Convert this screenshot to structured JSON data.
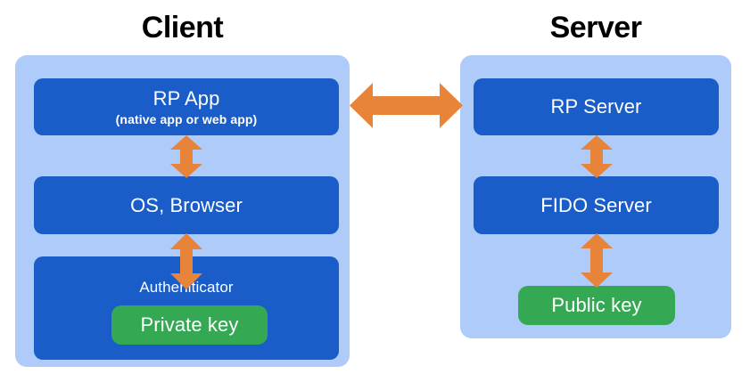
{
  "diagram": {
    "title_left": "Client",
    "title_right": "Server",
    "colors": {
      "panel_background": "#aecbfa",
      "card_background": "#1a5dc8",
      "key_background": "#34a853",
      "arrow": "#e8833a",
      "card_text": "#ffffff",
      "title_text": "#000000",
      "canvas_background": "#ffffff"
    }
  },
  "client": {
    "heading": "Client",
    "cards": [
      {
        "title": "RP App",
        "subtitle": "(native app or web app)"
      },
      {
        "title": "OS, Browser",
        "subtitle": ""
      },
      {
        "title": "Autheniticator",
        "subtitle": ""
      }
    ],
    "key": {
      "label": "Private key"
    }
  },
  "server": {
    "heading": "Server",
    "cards": [
      {
        "title": "RP Server",
        "subtitle": ""
      },
      {
        "title": "FIDO Server",
        "subtitle": ""
      }
    ],
    "key": {
      "label": "Public key"
    }
  },
  "arrows": [
    {
      "name": "client-rpapp-to-os",
      "direction": "vertical-bidirectional"
    },
    {
      "name": "client-os-to-authenticator",
      "direction": "vertical-bidirectional"
    },
    {
      "name": "client-to-server",
      "direction": "horizontal-bidirectional"
    },
    {
      "name": "server-rp-to-fido",
      "direction": "vertical-bidirectional"
    },
    {
      "name": "server-fido-to-publickey",
      "direction": "vertical-bidirectional"
    }
  ]
}
